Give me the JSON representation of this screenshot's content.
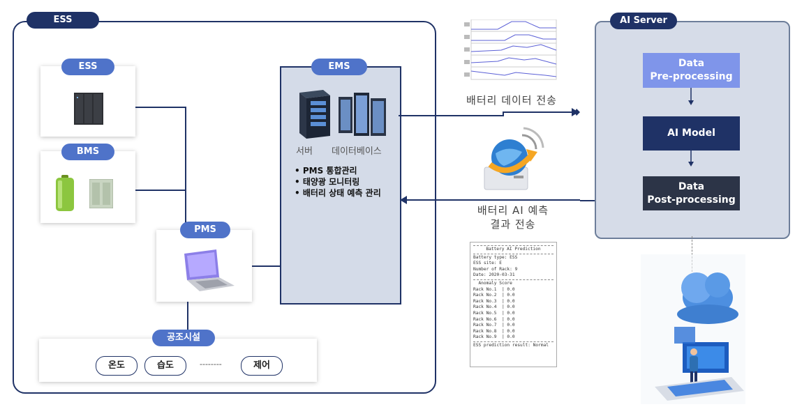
{
  "ess": {
    "title": "ESS"
  },
  "ess_card": {
    "label": "ESS"
  },
  "bms_card": {
    "label": "BMS"
  },
  "pms_card": {
    "label": "PMS"
  },
  "ems": {
    "title": "EMS",
    "server_label": "서버",
    "db_label": "데이터베이스",
    "bullets": [
      "• PMS 통합관리",
      "• 태양광 모니터링",
      "• 배터리 상태 예측 관리"
    ]
  },
  "hvac": {
    "title": "공조시설",
    "chips": [
      "온도",
      "습도",
      "제어"
    ],
    "ellipsis": "--------"
  },
  "transfer": {
    "upload_label": "배터리 데이터 전송",
    "download_label_line1": "배터리  AI 예측",
    "download_label_line2": "결과 전송"
  },
  "ai_server": {
    "title": "AI Server",
    "preprocess_line1": "Data",
    "preprocess_line2": "Pre-processing",
    "model": "AI Model",
    "postprocess_line1": "Data",
    "postprocess_line2": "Post-processing"
  },
  "report": {
    "heading": "Battery AI Prediction",
    "battery_type": "Battery type: ESS",
    "ess_site": "ESS site: E",
    "rack_count": "Number of Rack: 9",
    "date": "Date: 2020-03-31",
    "score_header": "  Anomaly Score",
    "rows": [
      "Rack No.1  | 0.0",
      "Rack No.2  | 0.0",
      "Rack No.3  | 0.0",
      "Rack No.4  | 0.0",
      "Rack No.5  | 0.0",
      "Rack No.6  | 0.0",
      "Rack No.7  | 0.0",
      "Rack No.8  | 0.0",
      "Rack No.9  | 0.0"
    ],
    "result": "ESS prediction result: Normal"
  },
  "colors": {
    "navy": "#1f3266",
    "blue_pill": "#4f73c9",
    "preprocess": "#7f95ea",
    "model": "#1f3266",
    "postprocess": "#2c3447"
  }
}
